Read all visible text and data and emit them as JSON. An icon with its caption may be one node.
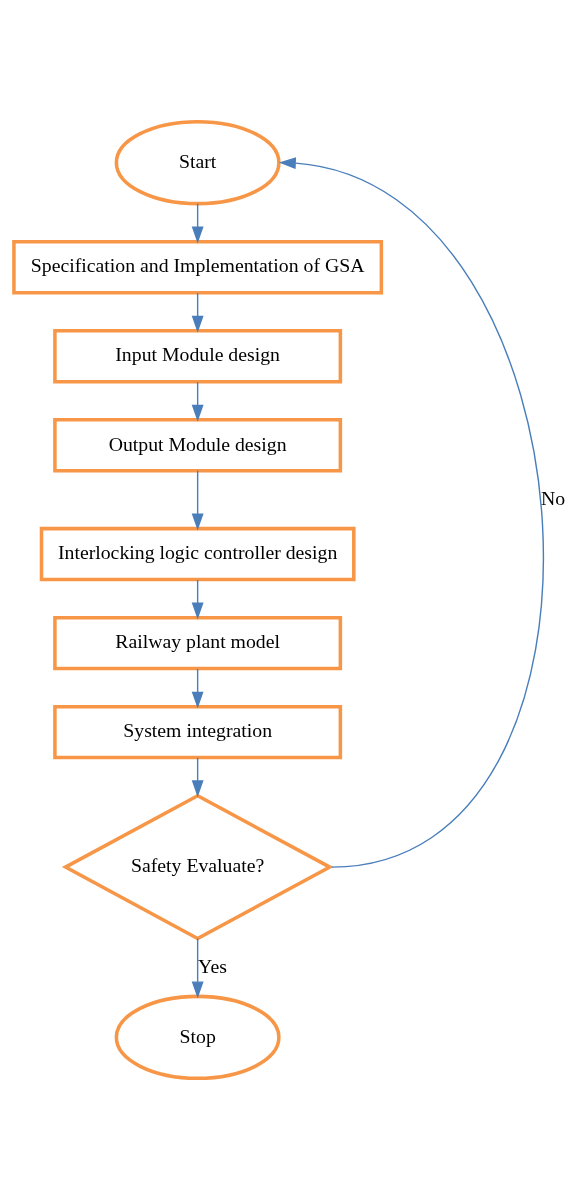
{
  "diagram": {
    "nodes": [
      {
        "text": [
          "Start"
        ]
      },
      {
        "text": [
          "Specification and Implementation of GSA"
        ]
      },
      {
        "text": [
          "Input Module design"
        ]
      },
      {
        "text": [
          "Output Module design"
        ]
      },
      {
        "text": [
          "Interlocking logic controller design"
        ]
      },
      {
        "text": [
          "Railway plant model"
        ]
      },
      {
        "text": [
          "System integration"
        ]
      },
      {
        "text": [
          "Safety Evaluate?"
        ]
      },
      {
        "text": [
          "Stop"
        ]
      }
    ],
    "edges": [
      {
        "from": 0,
        "to": 1,
        "arrow": "to"
      },
      {
        "from": 1,
        "to": 2,
        "arrow": "to"
      },
      {
        "from": 2,
        "to": 3,
        "arrow": "to"
      },
      {
        "from": 3,
        "to": 4,
        "arrow": "to"
      },
      {
        "from": 4,
        "to": 5,
        "arrow": "to"
      },
      {
        "from": 5,
        "to": 6,
        "arrow": "to"
      },
      {
        "from": 6,
        "to": 7,
        "arrow": "to"
      },
      {
        "from": 7,
        "to": 8,
        "arrow": "to",
        "label": "Yes"
      },
      {
        "from": 7,
        "to": 0,
        "arrow": "to",
        "label": "No"
      }
    ]
  }
}
